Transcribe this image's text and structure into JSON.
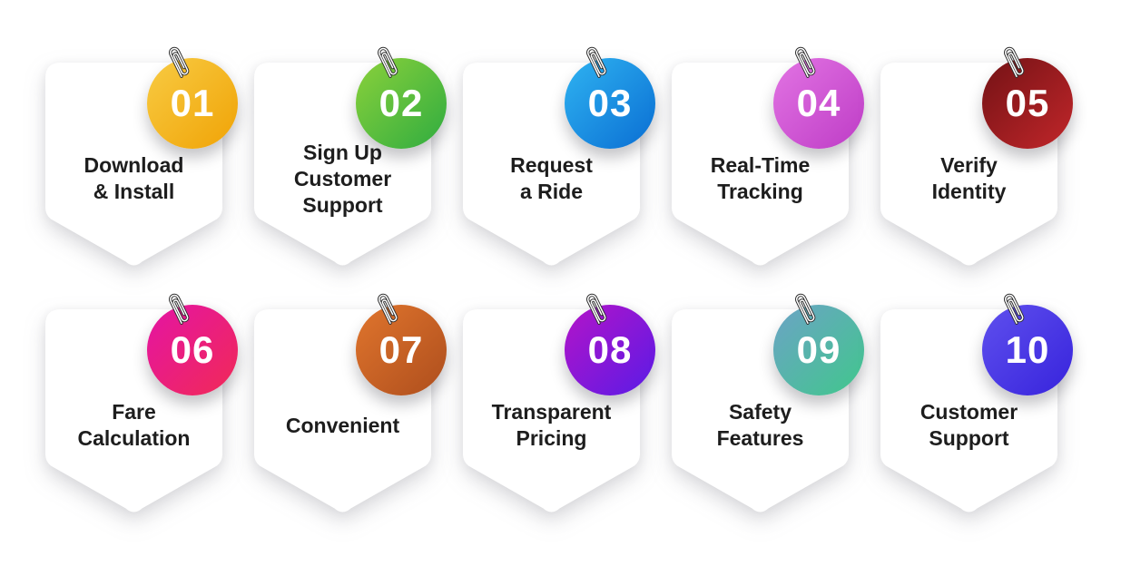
{
  "colors": {
    "page_background": "#FFFFFF",
    "card_fill": "#FFFFFF",
    "label_text": "#1D1D1D",
    "number_text": "#FFFFFF",
    "paperclip_outline": "#2D2D2D"
  },
  "icons": {
    "paperclip": "paperclip-icon"
  },
  "cards": [
    {
      "number": "01",
      "label": "Download\n& Install",
      "badge_gradient": [
        "#F8CB43",
        "#F0A306"
      ]
    },
    {
      "number": "02",
      "label": "Sign Up\nCustomer\nSupport",
      "badge_gradient": [
        "#8BD13B",
        "#2FAC40"
      ]
    },
    {
      "number": "03",
      "label": "Request\na Ride",
      "badge_gradient": [
        "#2FB3F1",
        "#0A6ED3"
      ]
    },
    {
      "number": "04",
      "label": "Real-Time\nTracking",
      "badge_gradient": [
        "#E274E3",
        "#BE3CC6"
      ]
    },
    {
      "number": "05",
      "label": "Verify\nIdentity",
      "badge_gradient": [
        "#731215",
        "#C1262A"
      ]
    },
    {
      "number": "06",
      "label": "Fare\nCalculation",
      "badge_gradient": [
        "#E414A4",
        "#F12A56"
      ]
    },
    {
      "number": "07",
      "label": "Convenient",
      "badge_gradient": [
        "#E0752D",
        "#AE4E1D"
      ]
    },
    {
      "number": "08",
      "label": "Transparent\nPricing",
      "badge_gradient": [
        "#B414C8",
        "#5A1BE6"
      ]
    },
    {
      "number": "09",
      "label": "Safety\nFeatures",
      "badge_gradient": [
        "#6CA3C6",
        "#40C78C"
      ]
    },
    {
      "number": "10",
      "label": "Customer\nSupport",
      "badge_gradient": [
        "#5F50EE",
        "#3723DC"
      ]
    }
  ]
}
